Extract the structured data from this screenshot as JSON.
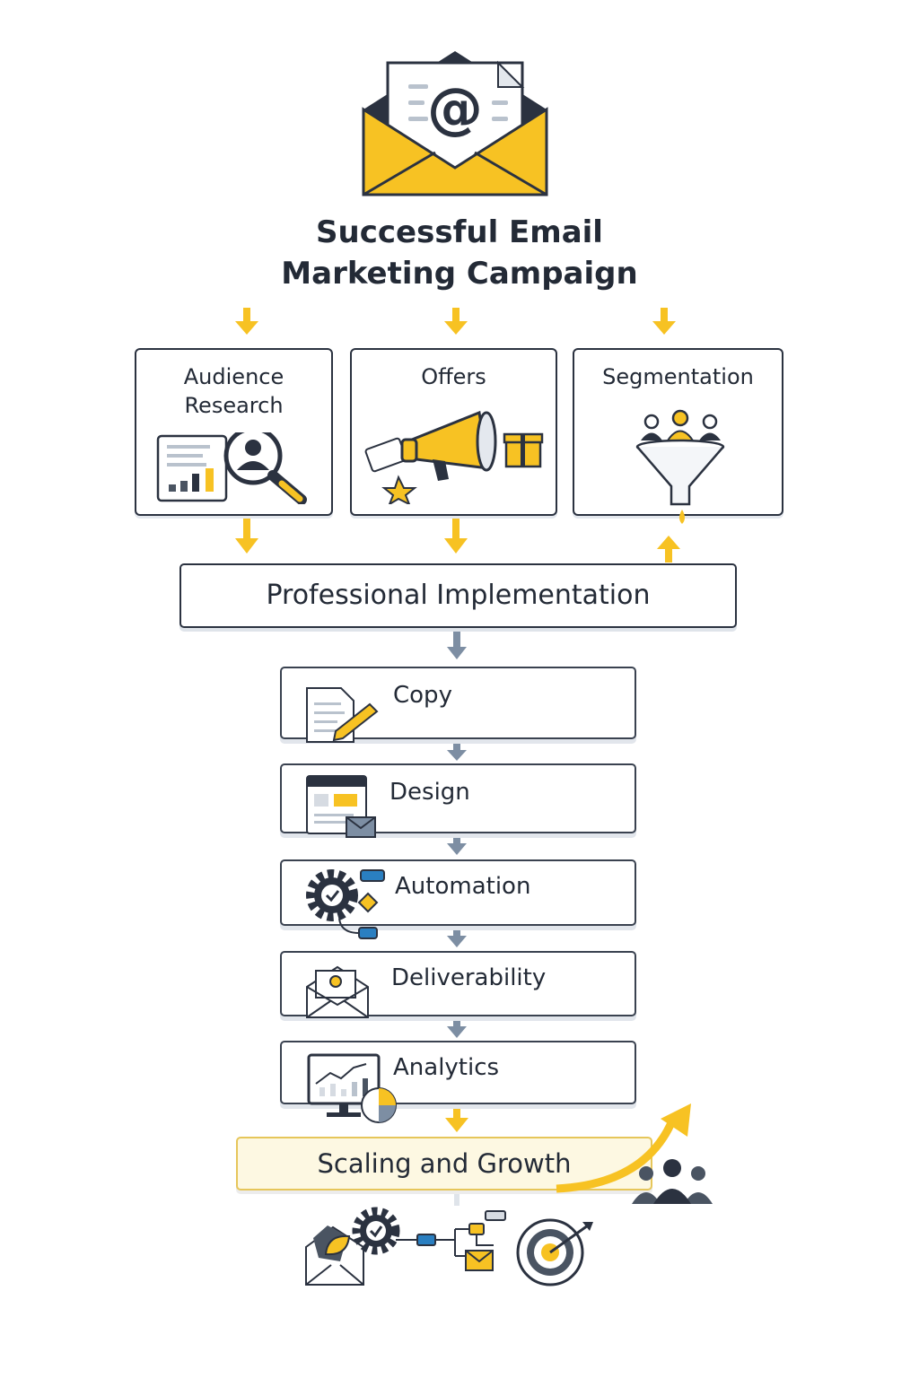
{
  "title": {
    "line1": "Successful Email",
    "line2": "Marketing Campaign"
  },
  "pillars": [
    {
      "label": "Audience Research",
      "icon": "audience-research-icon"
    },
    {
      "label": "Offers",
      "icon": "megaphone-gift-icon"
    },
    {
      "label": "Segmentation",
      "icon": "funnel-people-icon"
    }
  ],
  "implementation": {
    "label": "Professional Implementation"
  },
  "steps": [
    {
      "label": "Copy",
      "icon": "document-pencil-icon"
    },
    {
      "label": "Design",
      "icon": "layout-envelope-icon"
    },
    {
      "label": "Automation",
      "icon": "gear-workflow-icon"
    },
    {
      "label": "Deliverability",
      "icon": "envelope-icon"
    },
    {
      "label": "Analytics",
      "icon": "monitor-chart-icon"
    }
  ],
  "scaling": {
    "label": "Scaling and Growth"
  },
  "colors": {
    "accent": "#f7c223",
    "dark": "#2b3240",
    "gray_arrow": "#7d8ea3",
    "blue": "#2a7fc1"
  }
}
